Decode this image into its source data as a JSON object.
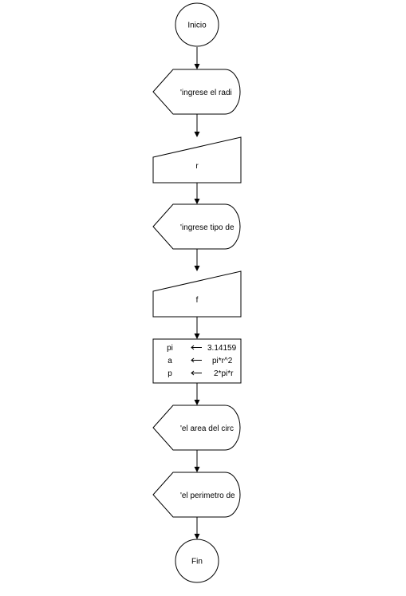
{
  "flowchart": {
    "start": "Inicio",
    "display_1": "'ingrese el radi",
    "input_1": "r",
    "display_2": "'ingrese tipo de",
    "input_2": "f",
    "process": {
      "rows": [
        {
          "var": "pi",
          "value": "3.14159"
        },
        {
          "var": "a",
          "value": "pi*r^2"
        },
        {
          "var": "p",
          "value": "2*pi*r"
        }
      ]
    },
    "display_3": "'el area del circ",
    "display_4": "'el perimetro de",
    "end": "Fin"
  }
}
